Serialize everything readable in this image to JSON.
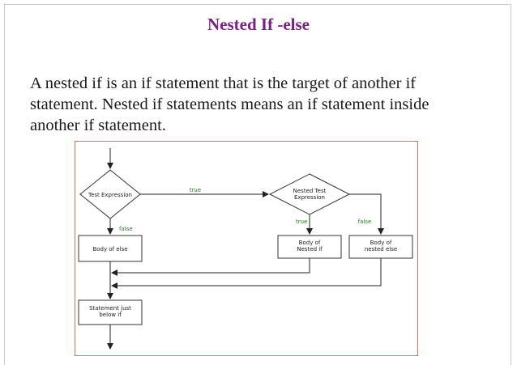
{
  "slide": {
    "title": "Nested If -else",
    "body_lines": [
      "A nested if is an if statement that is the target of another if",
      "statement. Nested if statements means an if statement inside",
      "another if statement."
    ]
  },
  "flowchart": {
    "test_expression": "Test Expression",
    "nested_test_line1": "Nested Test",
    "nested_test_line2": "Expression",
    "body_of_else": "Body of else",
    "body_nested_if_line1": "Body of",
    "body_nested_if_line2": "Nested if",
    "body_nested_else_line1": "Body of",
    "body_nested_else_line2": "nested else",
    "statement_below_line1": "Statement just",
    "statement_below_line2": "below if",
    "label_true_main": "true",
    "label_false_main": "false",
    "label_true_nested": "true",
    "label_false_nested": "false",
    "border_color": "#e8704a",
    "title_color": "#7a1f83"
  }
}
